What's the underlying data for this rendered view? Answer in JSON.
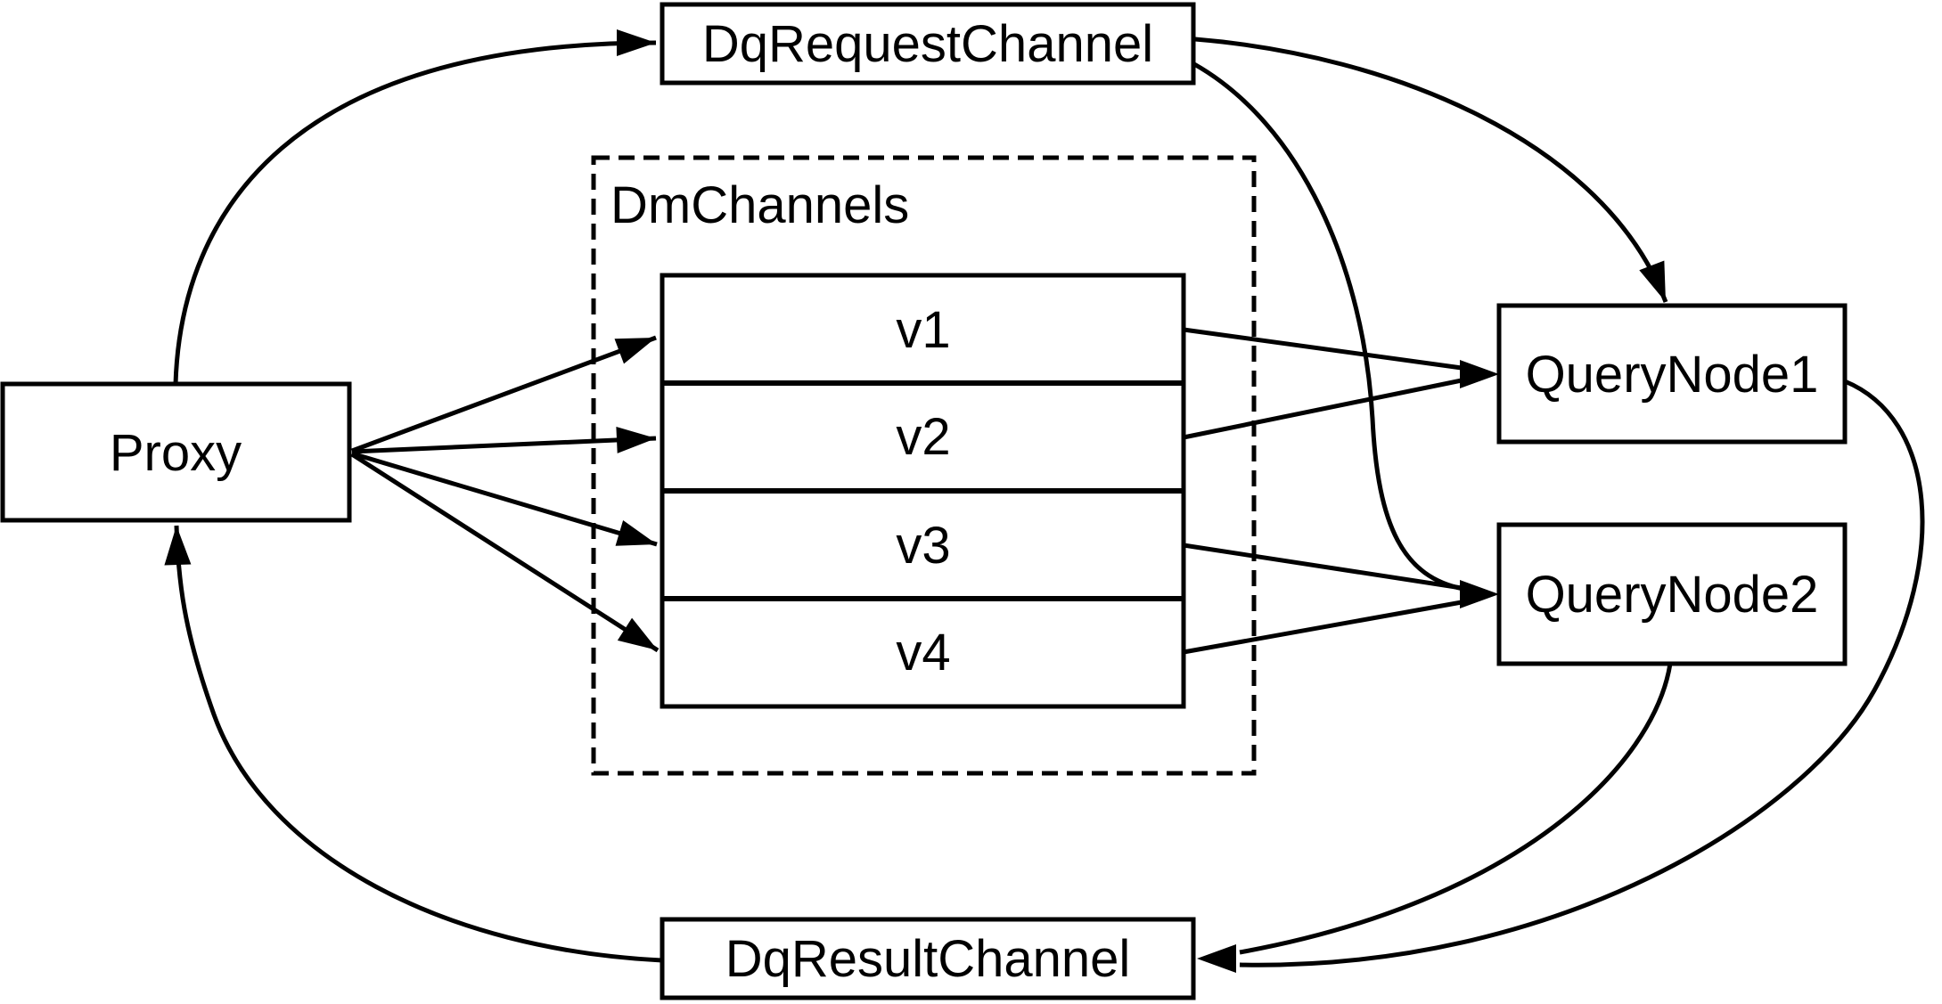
{
  "diagram": {
    "type": "flow-diagram",
    "background_color": "#ffffff",
    "stroke_color": "#000000",
    "nodes": {
      "proxy": {
        "label": "Proxy"
      },
      "dq_request_channel": {
        "label": "DqRequestChannel"
      },
      "dm_channels": {
        "label": "DmChannels",
        "style": "dashed-group",
        "rows": [
          "v1",
          "v2",
          "v3",
          "v4"
        ]
      },
      "query_node_1": {
        "label": "QueryNode1"
      },
      "query_node_2": {
        "label": "QueryNode2"
      },
      "dq_result_channel": {
        "label": "DqResultChannel"
      }
    },
    "edges": [
      {
        "from": "proxy",
        "to": "dq_request_channel",
        "style": "curved-arrow"
      },
      {
        "from": "dq_request_channel",
        "to": "query_node_1",
        "style": "curved-arrow"
      },
      {
        "from": "dq_request_channel",
        "to": "query_node_2",
        "style": "curved-arrow"
      },
      {
        "from": "proxy",
        "to": "dm_channels.v1",
        "style": "straight-arrow"
      },
      {
        "from": "proxy",
        "to": "dm_channels.v2",
        "style": "straight-arrow"
      },
      {
        "from": "proxy",
        "to": "dm_channels.v3",
        "style": "straight-arrow"
      },
      {
        "from": "proxy",
        "to": "dm_channels.v4",
        "style": "straight-arrow"
      },
      {
        "from": "dm_channels.v1",
        "to": "query_node_1",
        "style": "straight-arrow"
      },
      {
        "from": "dm_channels.v2",
        "to": "query_node_1",
        "style": "straight-arrow"
      },
      {
        "from": "dm_channels.v3",
        "to": "query_node_2",
        "style": "straight-arrow"
      },
      {
        "from": "dm_channels.v4",
        "to": "query_node_2",
        "style": "straight-arrow"
      },
      {
        "from": "query_node_1",
        "to": "dq_result_channel",
        "style": "curved-arrow"
      },
      {
        "from": "query_node_2",
        "to": "dq_result_channel",
        "style": "curved-arrow"
      },
      {
        "from": "dq_result_channel",
        "to": "proxy",
        "style": "curved-arrow"
      }
    ]
  }
}
